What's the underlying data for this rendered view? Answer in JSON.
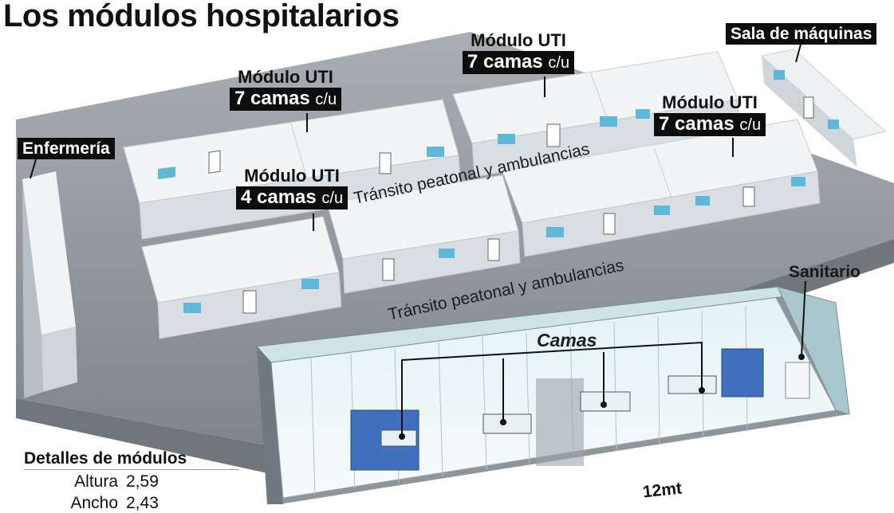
{
  "title": "Los módulos hospitalarios",
  "labels": {
    "enfermeria": "Enfermería",
    "sala": "Sala de máquinas",
    "uti_left": {
      "name": "Módulo UTI",
      "beds": "7 camas",
      "unit": "c/u"
    },
    "uti_mid": {
      "name": "Módulo UTI",
      "beds": "4 camas",
      "unit": "c/u"
    },
    "uti_top": {
      "name": "Módulo UTI",
      "beds": "7 camas",
      "unit": "c/u"
    },
    "uti_right": {
      "name": "Módulo UTI",
      "beds": "7 camas",
      "unit": "c/u"
    },
    "transit_upper": "Tránsito peatonal y ambulancias",
    "transit_lower": "Tránsito peatonal y ambulancias",
    "camas": "Camas",
    "sanitario": "Sanitario",
    "length": "12mt"
  },
  "details": {
    "heading": "Detalles de módulos",
    "rows": [
      {
        "label": "Altura",
        "value": "2,59"
      },
      {
        "label": "Ancho",
        "value": "2,43"
      }
    ]
  },
  "colors": {
    "ground": "#8c9298",
    "wall": "#dde3e8",
    "roof": "#f3f5f6",
    "window": "#5fb8d8",
    "bed": "#3a6fc4",
    "leader": "#111111"
  }
}
